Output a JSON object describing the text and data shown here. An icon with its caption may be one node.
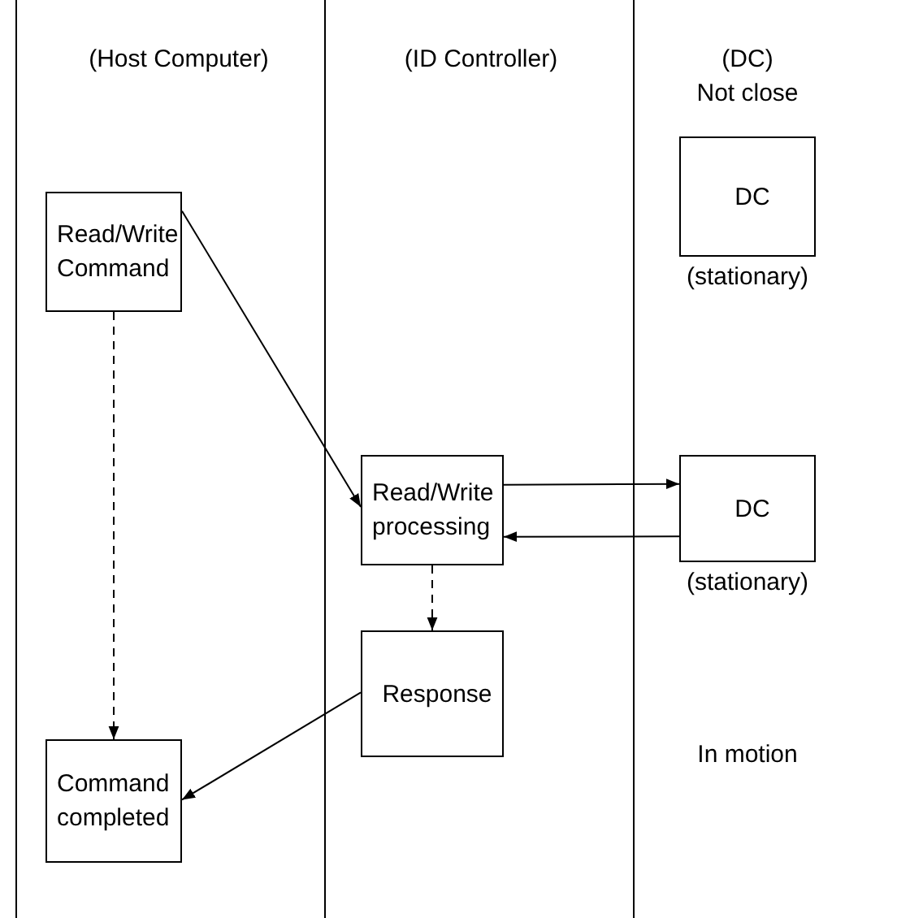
{
  "diagram": {
    "nodes": [
      {
        "text": [
          "DC"
        ],
        "beside": [
          "(stationary)"
        ]
      },
      {
        "text": [
          "Read/Write Command"
        ]
      },
      {
        "text": [
          "Read/Write processing"
        ]
      },
      {
        "text": [
          "DC"
        ],
        "beside": [
          "(stationary)"
        ]
      },
      {
        "text": [
          "Response"
        ]
      },
      {
        "text": [
          "Command completed"
        ]
      }
    ],
    "edges": [
      {
        "from": 1,
        "to": 2,
        "arrow": "to"
      },
      {
        "from": 1,
        "to": 5,
        "arrow": "to",
        "style": "dashed"
      },
      {
        "from": 2,
        "to": 3,
        "arrow": "to"
      },
      {
        "from": 3,
        "to": 2,
        "arrow": "to"
      },
      {
        "from": 2,
        "to": 4,
        "arrow": "to",
        "style": "dashed"
      },
      {
        "from": 4,
        "to": 5,
        "arrow": "to"
      }
    ],
    "labels": [
      "(Host Computer)",
      "(ID Controller)",
      "(DC)",
      "Not close",
      "In motion"
    ]
  }
}
